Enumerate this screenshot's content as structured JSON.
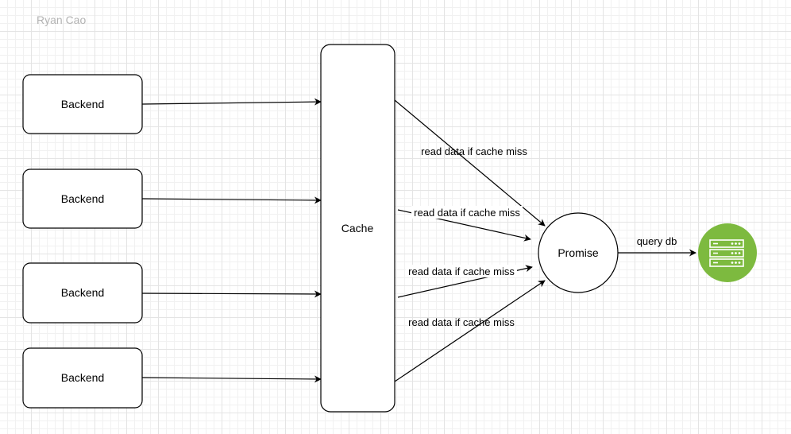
{
  "author": "Ryan Cao",
  "nodes": {
    "backends": [
      "Backend",
      "Backend",
      "Backend",
      "Backend"
    ],
    "cache": "Cache",
    "promise": "Promise"
  },
  "edges": {
    "cache_to_promise": [
      "read data if cache miss",
      "read data if cache miss",
      "read data if cache miss",
      "read data if cache miss"
    ],
    "promise_to_db": "query db"
  },
  "colors": {
    "db_fill": "#7dba3f",
    "db_icon": "#ffffff",
    "stroke": "#000000"
  },
  "icons": {
    "database": "server-rack-icon"
  }
}
